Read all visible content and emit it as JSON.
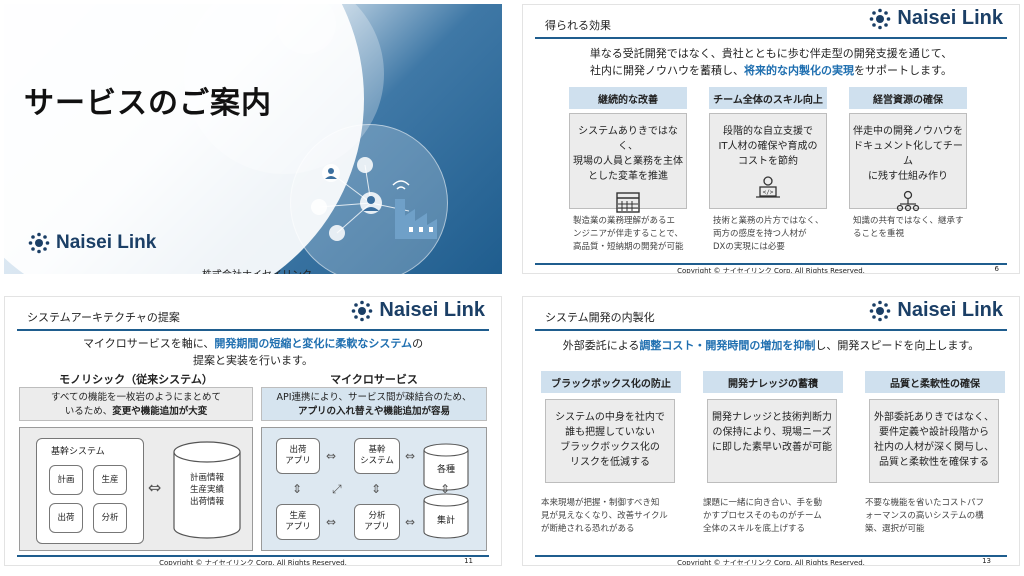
{
  "slide1": {
    "title": "サービスのご案内",
    "logo_text": "Naisei Link",
    "company": "株式会社ナイセイリンク",
    "colors": {
      "accent": "#1f5d8e",
      "logo": "#1b3f66"
    }
  },
  "slide2": {
    "header": "得られる効果",
    "logo_text": "Naisei Link",
    "intro_line1": "単なる受託開発ではなく、貴社とともに歩む伴走型の開発支援を通じて、",
    "intro_line2_a": "社内に開発ノウハウを蓄積し、",
    "intro_line2_hl": "将来的な内製化の実現",
    "intro_line2_b": "をサポートします。",
    "columns": [
      {
        "head": "継続的な改善",
        "body": [
          "システムありきではなく、",
          "現場の人員と業務を主体",
          "とした変革を推進"
        ],
        "icon": "calendar-icon",
        "note": [
          "製造業の業務理解があるエ",
          "ンジニアが伴走することで、",
          "高品質・短納期の開発が可能"
        ]
      },
      {
        "head": "チーム全体のスキル向上",
        "body": [
          "段階的な自立支援で",
          "IT人材の確保や育成の",
          "コストを節約"
        ],
        "icon": "developer-icon",
        "note": [
          "技術と業務の片方ではなく、",
          "両方の感度を持つ人材が",
          "DXの実現には必要"
        ]
      },
      {
        "head": "経営資源の確保",
        "body": [
          "伴走中の開発ノウハウを",
          "ドキュメント化してチーム",
          "に残す仕組み作り"
        ],
        "icon": "team-icon",
        "note": [
          "知識の共有ではなく、継承す",
          "ることを重視"
        ]
      }
    ],
    "copyright": "Copyright © ナイセイリンク Corp. All Rights Reserved.",
    "page": "6"
  },
  "slide3": {
    "header": "システムアーキテクチャの提案",
    "logo_text": "Naisei Link",
    "intro_a": "マイクロサービスを軸に、",
    "intro_hl": "開発期間の短縮と変化に柔軟なシステム",
    "intro_b": "の",
    "intro_line2": "提案と実装を行います。",
    "mono": {
      "title": "モノリシック（従来システム）",
      "desc_line1": "すべての機能を一枚岩のようにまとめて",
      "desc_line2_a": "いるため、",
      "desc_line2_b": "変更や機能追加が大変",
      "system_label": "基幹システム",
      "modules": [
        "計画",
        "生産",
        "出荷",
        "分析"
      ],
      "db": [
        "計画情報",
        "生産実績",
        "出荷情報"
      ]
    },
    "micro": {
      "title": "マイクロサービス",
      "desc_line1": "API連携により、サービス間が疎結合のため、",
      "desc_line2": "アプリの入れ替えや機能追加が容易",
      "apps": {
        "ship": "出荷\nアプリ",
        "core": "基幹\nシステム",
        "prod": "生産\nアプリ",
        "anal": "分析\nアプリ"
      },
      "dbs": [
        "各種",
        "集計"
      ]
    },
    "copyright": "Copyright © ナイセイリンク Corp. All Rights Reserved.",
    "page": "11"
  },
  "slide4": {
    "header": "システム開発の内製化",
    "logo_text": "Naisei Link",
    "intro_a": "外部委託による",
    "intro_hl": "調整コスト・開発時間の増加を抑制",
    "intro_b": "し、開発スピードを向上します。",
    "columns": [
      {
        "head": "ブラックボックス化の防止",
        "body": [
          "システムの中身を社内で",
          "誰も把握していない",
          "ブラックボックス化の",
          "リスクを低減する"
        ],
        "note": [
          "本来現場が把握・制御すべき知",
          "見が見えなくなり、改善サイクル",
          "が断絶される恐れがある"
        ]
      },
      {
        "head": "開発ナレッジの蓄積",
        "body": [
          "開発ナレッジと技術判断力",
          "の保持により、現場ニーズ",
          "に即した素早い改善が可能"
        ],
        "note": [
          "課題に一緒に向き合い、手を動",
          "かすプロセスそのものがチーム",
          "全体のスキルを底上げする"
        ]
      },
      {
        "head": "品質と柔軟性の確保",
        "body": [
          "外部委託ありきではなく、",
          "要件定義や設計段階から",
          "社内の人材が深く関与し、",
          "品質と柔軟性を確保する"
        ],
        "note": [
          "不要な機能を省いたコストパフ",
          "ォーマンスの高いシステムの構",
          "築、選択が可能"
        ]
      }
    ],
    "copyright": "Copyright © ナイセイリンク Corp. All Rights Reserved.",
    "page": "13"
  }
}
